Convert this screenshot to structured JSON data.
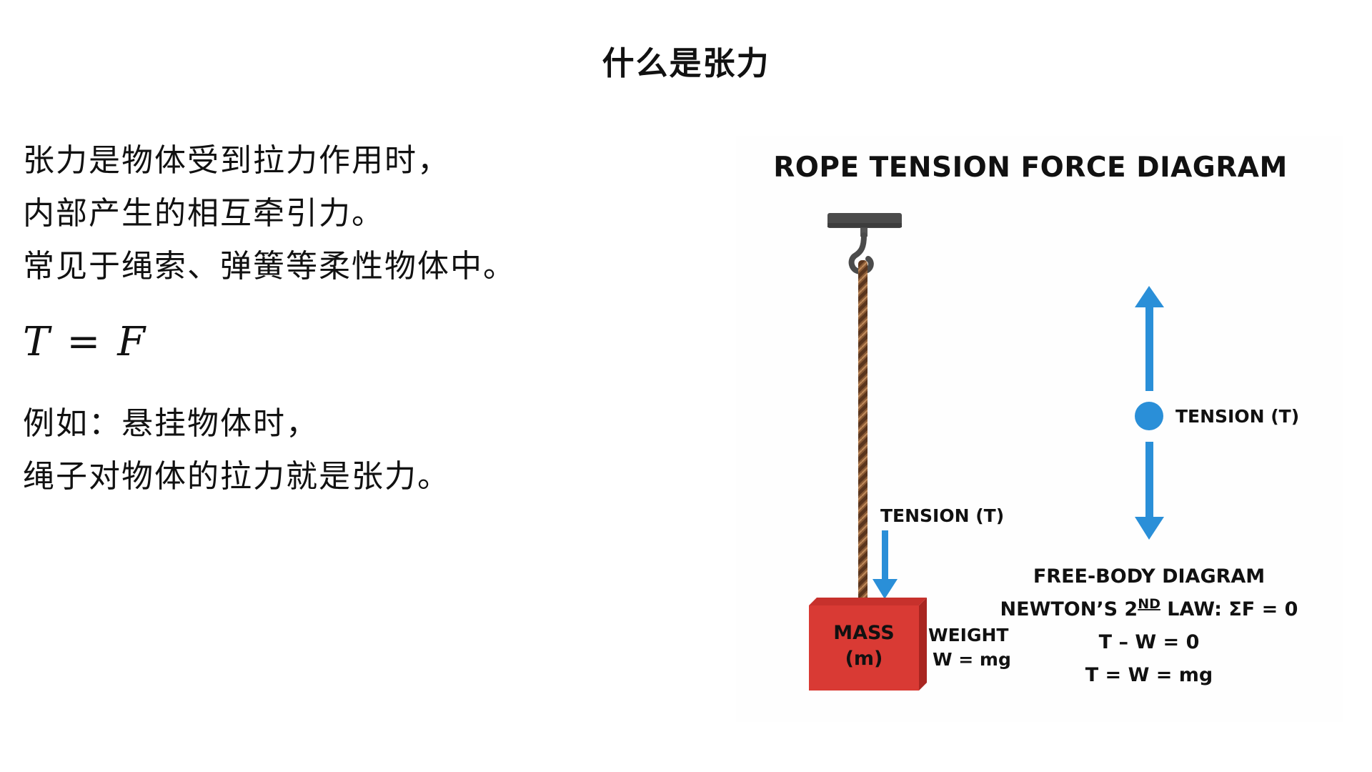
{
  "page": {
    "title": "什么是张力"
  },
  "intro": {
    "lines": [
      "张力是物体受到拉力作用时，",
      "内部产生的相互牵引力。",
      "常见于绳索、弹簧等柔性物体中。"
    ]
  },
  "formula": {
    "left": "T",
    "operator": "=",
    "right": "F"
  },
  "example": {
    "lines": [
      "例如：悬挂物体时，",
      "绳子对物体的拉力就是张力。"
    ]
  },
  "diagram": {
    "title": "ROPE TENSION FORCE DIAGRAM",
    "rope_tension_label": "TENSION (T)",
    "mass_label": "MASS",
    "mass_symbol": "(m)",
    "weight_label": "WEIGHT",
    "weight_formula": "W = mg",
    "fbd_tension_label": "TENSION (T)",
    "fbd_title": "FREE-BODY DIAGRAM",
    "newton_law_prefix": "NEWTON’S 2",
    "newton_law_superscript": "ND",
    "newton_law_suffix": " LAW: ΣF = 0",
    "equation_1": "T – W = 0",
    "equation_2": "T = W = mg",
    "icons": {
      "ceiling_mount": "ceiling-mount-icon",
      "hook": "hook-icon",
      "rope": "rope-icon",
      "up_arrow": "up-arrow-icon",
      "down_arrow": "down-arrow-icon",
      "body_point": "point-mass-icon"
    },
    "colors": {
      "arrow": "#2a8fd8",
      "mass_front": "#d93a34",
      "mass_top": "#c7312c",
      "mass_side": "#a92621",
      "rope": "#8a5a35",
      "mount": "#4b4b4b"
    }
  }
}
